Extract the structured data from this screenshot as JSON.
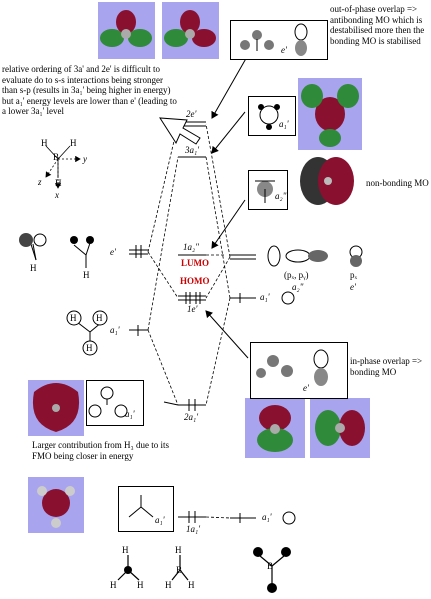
{
  "notes": {
    "ordering": "relative ordering of 3a' and 2e' is difficult to evaluate do to s-s interactions being stronger than s-p (results in 3a₁' being higher in energy) but a₁' energy levels are lower than e' (leading to a lower 3a₁' level",
    "antibonding": "out-of-phase overlap => antibonding MO which is destabilised more then the bonding MO is stabilised",
    "nonbonding": "non-bonding MO",
    "bonding": "in-phase overlap => bonding MO",
    "larger_contribution": "Larger contribution from H₃ due to its FMO being closer in energy"
  },
  "axes": {
    "x": "x",
    "y": "y",
    "z": "z"
  },
  "atoms": {
    "h": "H",
    "b": "B"
  },
  "levels": {
    "e2": "2e'",
    "a3": "3a₁'",
    "a2pp": "1a₂\"",
    "lumo": "LUMO",
    "homo": "HOMO",
    "e1": "1e'",
    "a2": "2a₁'",
    "a1": "1a₁'"
  },
  "frag_left": {
    "e": "e'",
    "a1": "a₁'"
  },
  "frag_right": {
    "a1_top": "a₁'",
    "a1_bottom": "a₁'"
  },
  "box_labels": {
    "e_top": "e'",
    "a1_top": "a₁'",
    "a2pp": "a₂\"",
    "e_bottom": "e'",
    "a1_left": "a₁'",
    "a1_bottom": "a₁'"
  },
  "p_orbitals": {
    "pxy": "(pₓ, pᵧ)",
    "pxy_sym": "a₂\"",
    "pz": "pₓ",
    "pz_sym": "e'"
  },
  "colors": {
    "mo_bg": "#a9a4ee",
    "lobe_red": "#8a1030",
    "lobe_green": "#2f8a3a",
    "label_red": "#cc0000"
  }
}
